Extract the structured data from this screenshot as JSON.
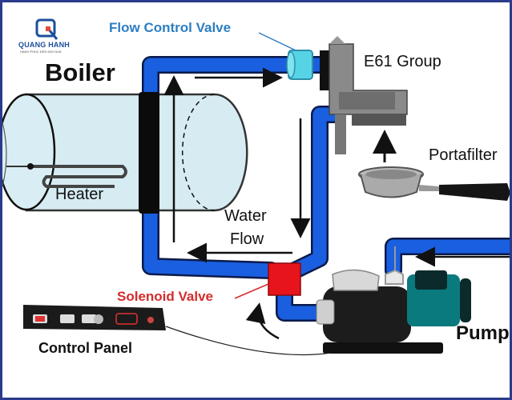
{
  "logo": {
    "name": "QUANG HANH",
    "tagline": "HẠNH PHÚC ĐẾN MỌI NHÀ"
  },
  "labels": {
    "flow_control_valve": "Flow Control Valve",
    "boiler": "Boiler",
    "e61_group": "E61 Group",
    "heater": "Heater",
    "portafilter": "Portafilter",
    "water": "Water",
    "flow": "Flow",
    "solenoid_valve": "Solenoid Valve",
    "control_panel": "Control Panel",
    "pump": "Pump"
  },
  "colors": {
    "pipe": "#1a5fe0",
    "frame": "#2a3a8c",
    "valve_flow": "#56d4e6",
    "solenoid": "#e8141b",
    "boiler_fill": "#cfe9f0"
  }
}
